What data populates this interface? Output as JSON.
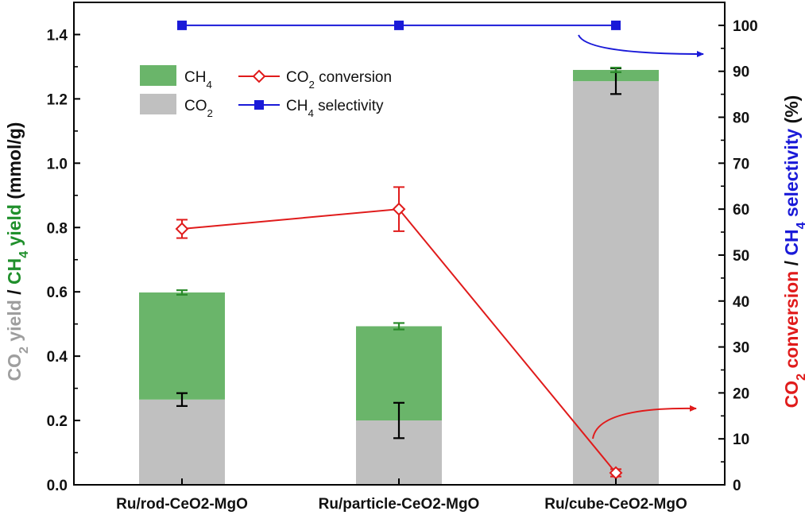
{
  "chart_data": {
    "type": "bar",
    "categories": [
      "Ru/rod-CeO2-MgO",
      "Ru/particle-CeO2-MgO",
      "Ru/cube-CeO2-MgO"
    ],
    "left_axis": {
      "title_parts": [
        {
          "text": "CO",
          "color": "#9e9e9e"
        },
        {
          "text": "2",
          "sub": true,
          "color": "#9e9e9e"
        },
        {
          "text": " yield",
          "color": "#9e9e9e"
        },
        {
          "text": " / ",
          "color": "#111111"
        },
        {
          "text": "CH",
          "color": "#1f8f2b"
        },
        {
          "text": "4",
          "sub": true,
          "color": "#1f8f2b"
        },
        {
          "text": " yield",
          "color": "#1f8f2b"
        },
        {
          "text": " (mmol/g)",
          "color": "#111111"
        }
      ],
      "ylim": [
        0,
        1.5
      ],
      "ticks": [
        "0.0",
        "0.2",
        "0.4",
        "0.6",
        "0.8",
        "1.0",
        "1.2",
        "1.4"
      ]
    },
    "right_axis": {
      "title_parts": [
        {
          "text": "CO",
          "color": "#e01b1b"
        },
        {
          "text": "2",
          "sub": true,
          "color": "#e01b1b"
        },
        {
          "text": " conversion",
          "color": "#e01b1b"
        },
        {
          "text": " / ",
          "color": "#111111"
        },
        {
          "text": "CH",
          "color": "#1a1ad8"
        },
        {
          "text": "4",
          "sub": true,
          "color": "#1a1ad8"
        },
        {
          "text": " selectivity",
          "color": "#1a1ad8"
        },
        {
          "text": " (%)",
          "color": "#111111"
        }
      ],
      "ylim": [
        0,
        105
      ],
      "ticks": [
        "0",
        "10",
        "20",
        "30",
        "40",
        "50",
        "60",
        "70",
        "80",
        "90",
        "100"
      ]
    },
    "bar_series": [
      {
        "key": "co2",
        "color": "#c0c0c0",
        "values": [
          0.265,
          0.2,
          1.255
        ],
        "error": [
          0.02,
          0.055,
          0.04
        ],
        "error_color": "#000000"
      },
      {
        "key": "ch4",
        "color": "#6ab56a",
        "values": [
          0.333,
          0.293,
          0.035
        ],
        "error": [
          0.007,
          0.01,
          0.007
        ],
        "error_color": "#2a8a2a"
      }
    ],
    "line_series": [
      {
        "key": "co2_conversion",
        "axis": "right",
        "color": "#e01b1b",
        "marker": "diamond-open",
        "values": [
          55.7,
          60.0,
          2.6
        ],
        "error": [
          2.0,
          4.8,
          0.8
        ]
      },
      {
        "key": "ch4_selectivity",
        "axis": "right",
        "color": "#1a1ad8",
        "marker": "square-filled",
        "values": [
          100,
          100,
          100
        ]
      }
    ],
    "legend": {
      "placement": "top-left",
      "items": [
        {
          "key": "ch4",
          "parts": [
            {
              "text": "CH"
            },
            {
              "text": "4",
              "sub": true
            }
          ]
        },
        {
          "key": "co2",
          "parts": [
            {
              "text": "CO"
            },
            {
              "text": "2",
              "sub": true
            }
          ]
        },
        {
          "key": "co2_conversion",
          "parts": [
            {
              "text": "CO"
            },
            {
              "text": "2",
              "sub": true
            },
            {
              "text": " conversion"
            }
          ]
        },
        {
          "key": "ch4_selectivity",
          "parts": [
            {
              "text": "CH"
            },
            {
              "text": "4",
              "sub": true
            },
            {
              "text": "  selectivity"
            }
          ]
        }
      ]
    },
    "annotations": [
      {
        "type": "arrow",
        "color": "#1a1ad8",
        "points_to": "right_axis"
      },
      {
        "type": "arrow",
        "color": "#e01b1b",
        "points_to": "right_axis"
      }
    ]
  }
}
